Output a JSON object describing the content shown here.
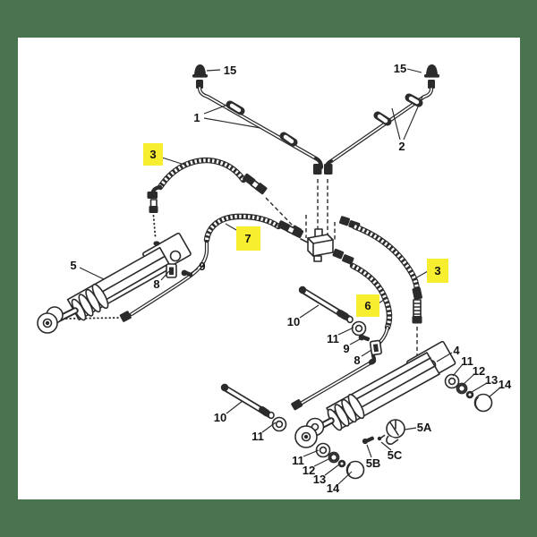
{
  "figure": {
    "type": "exploded-parts-diagram",
    "background_color": "#4a7350",
    "paper_color": "#ffffff",
    "line_color": "#2b2b2b",
    "highlight_color": "#f6ee2e"
  },
  "callouts": [
    {
      "label": "15",
      "highlighted": false
    },
    {
      "label": "1",
      "highlighted": false
    },
    {
      "label": "15",
      "highlighted": false
    },
    {
      "label": "2",
      "highlighted": false
    },
    {
      "label": "3",
      "highlighted": true
    },
    {
      "label": "7",
      "highlighted": true
    },
    {
      "label": "3",
      "highlighted": true
    },
    {
      "label": "6",
      "highlighted": true
    },
    {
      "label": "5",
      "highlighted": false
    },
    {
      "label": "8",
      "highlighted": false
    },
    {
      "label": "9",
      "highlighted": false
    },
    {
      "label": "10",
      "highlighted": false
    },
    {
      "label": "11",
      "highlighted": false
    },
    {
      "label": "9",
      "highlighted": false
    },
    {
      "label": "8",
      "highlighted": false
    },
    {
      "label": "4",
      "highlighted": false
    },
    {
      "label": "11",
      "highlighted": false
    },
    {
      "label": "12",
      "highlighted": false
    },
    {
      "label": "13",
      "highlighted": false
    },
    {
      "label": "14",
      "highlighted": false
    },
    {
      "label": "10",
      "highlighted": false
    },
    {
      "label": "11",
      "highlighted": false
    },
    {
      "label": "5A",
      "highlighted": false
    },
    {
      "label": "5C",
      "highlighted": false
    },
    {
      "label": "5B",
      "highlighted": false
    },
    {
      "label": "11",
      "highlighted": false
    },
    {
      "label": "12",
      "highlighted": false
    },
    {
      "label": "13",
      "highlighted": false
    },
    {
      "label": "14",
      "highlighted": false
    }
  ]
}
